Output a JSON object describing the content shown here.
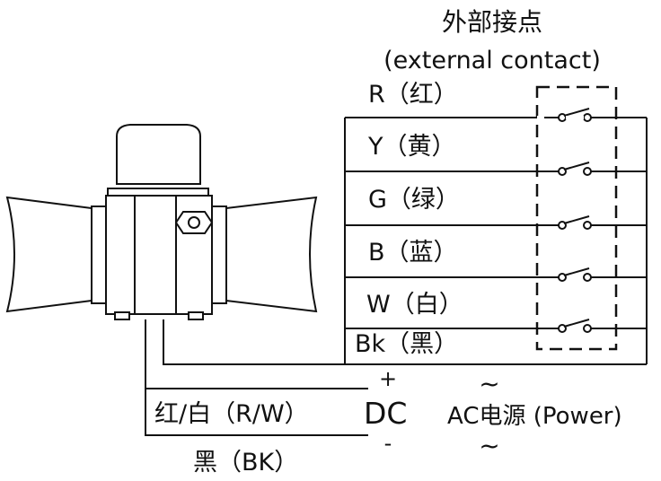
{
  "header": {
    "title_cn": "外部接点",
    "title_en": "(external contact)"
  },
  "wires": [
    {
      "label": "R（红）"
    },
    {
      "label": "Y（黄）"
    },
    {
      "label": "G（绿）"
    },
    {
      "label": "B（蓝）"
    },
    {
      "label": "W（白）"
    },
    {
      "label": "Bk（黑）"
    }
  ],
  "power": {
    "plus": "+",
    "minus": "-",
    "dc": "DC",
    "tilde_top": "~",
    "tilde_bottom": "~",
    "ac": "AC电源 (Power)",
    "wire_red_white": "红/白（R/W）",
    "wire_black": "黑（BK）"
  },
  "colors": {
    "line": "#111111",
    "background": "#ffffff"
  }
}
